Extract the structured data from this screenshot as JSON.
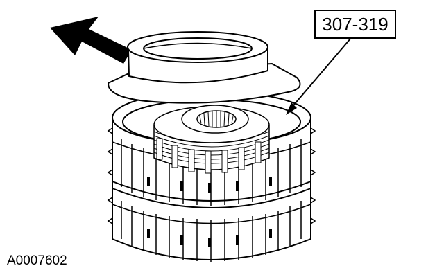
{
  "diagram": {
    "tool_number": "307-319",
    "figure_id": "A0007602",
    "icons": [
      "direction-arrow-icon",
      "clutch-spring-compressor-tool",
      "clutch-drum-assembly"
    ],
    "colors": {
      "ink": "#000000",
      "paper": "#ffffff"
    }
  }
}
